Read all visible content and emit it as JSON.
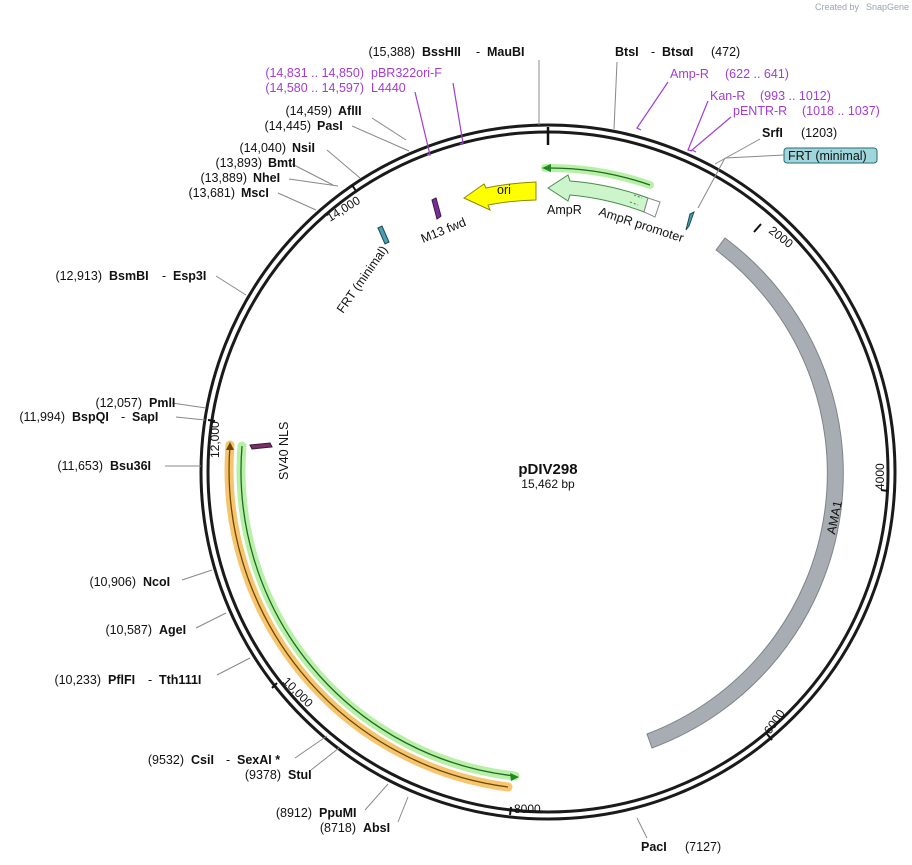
{
  "brand": {
    "prefix": "Created by",
    "name": "SnapGene"
  },
  "plasmid": {
    "name": "pDIV298",
    "length": "15,462 bp"
  },
  "ticks": [
    "2000",
    "4000",
    "6000",
    "8000",
    "10,000",
    "12,000",
    "14,000"
  ],
  "sites_right": [
    {
      "name": "BtsI",
      "name2": "BtsαI",
      "pos": "(472)"
    },
    {
      "name": "SrfI",
      "pos": "(1203)"
    },
    {
      "name": "PacI",
      "pos": "(7127)"
    }
  ],
  "sites_left": [
    {
      "pos": "(15,388)",
      "name": "BssHII",
      "name2": "MauBI"
    },
    {
      "pos": "(14,459)",
      "name": "AflII"
    },
    {
      "pos": "(14,445)",
      "name": "PasI"
    },
    {
      "pos": "(14,040)",
      "name": "NsiI"
    },
    {
      "pos": "(13,893)",
      "name": "BmtI"
    },
    {
      "pos": "(13,889)",
      "name": "NheI"
    },
    {
      "pos": "(13,681)",
      "name": "MscI"
    },
    {
      "pos": "(12,913)",
      "name": "BsmBI",
      "name2": "Esp3I"
    },
    {
      "pos": "(12,057)",
      "name": "PmlI"
    },
    {
      "pos": "(11,994)",
      "name": "BspQI",
      "name2": "SapI"
    },
    {
      "pos": "(11,653)",
      "name": "Bsu36I"
    },
    {
      "pos": "(10,906)",
      "name": "NcoI"
    },
    {
      "pos": "(10,587)",
      "name": "AgeI"
    },
    {
      "pos": "(10,233)",
      "name": "PflFI",
      "name2": "Tth111I"
    },
    {
      "pos": "(9532)",
      "name": "CsiI",
      "name2": "SexAI *"
    },
    {
      "pos": "(9378)",
      "name": "StuI"
    },
    {
      "pos": "(8912)",
      "name": "PpuMI"
    },
    {
      "pos": "(8718)",
      "name": "AbsI"
    }
  ],
  "primers": [
    {
      "pos": "(14,831 .. 14,850)",
      "name": "pBR322ori-F"
    },
    {
      "pos": "(14,580 .. 14,597)",
      "name": "L4440"
    },
    {
      "name": "Amp-R",
      "pos": "(622 .. 641)"
    },
    {
      "name": "Kan-R",
      "pos": "(993 .. 1012)"
    },
    {
      "name": "pENTR-R",
      "pos": "(1018 .. 1037)"
    }
  ],
  "features": {
    "frt_box": "FRT (minimal)",
    "frt_inner": "FRT (minimal)",
    "ori": "ori",
    "ampr": "AmpR",
    "ampr_promoter": "AmpR promoter",
    "m13": "M13 fwd",
    "sv40": "SV40 NLS",
    "ama1": "AMA1"
  },
  "colors": {
    "backbone": "#1a1a1a",
    "ori": "#ffff00",
    "ampr": "#ccf5cc",
    "ama1": "#a7adb3",
    "green_arc": "#1f8a1f",
    "orange_arc": "#f7c470",
    "frt": "#9ed6dc",
    "primer": "#a23cd6"
  }
}
